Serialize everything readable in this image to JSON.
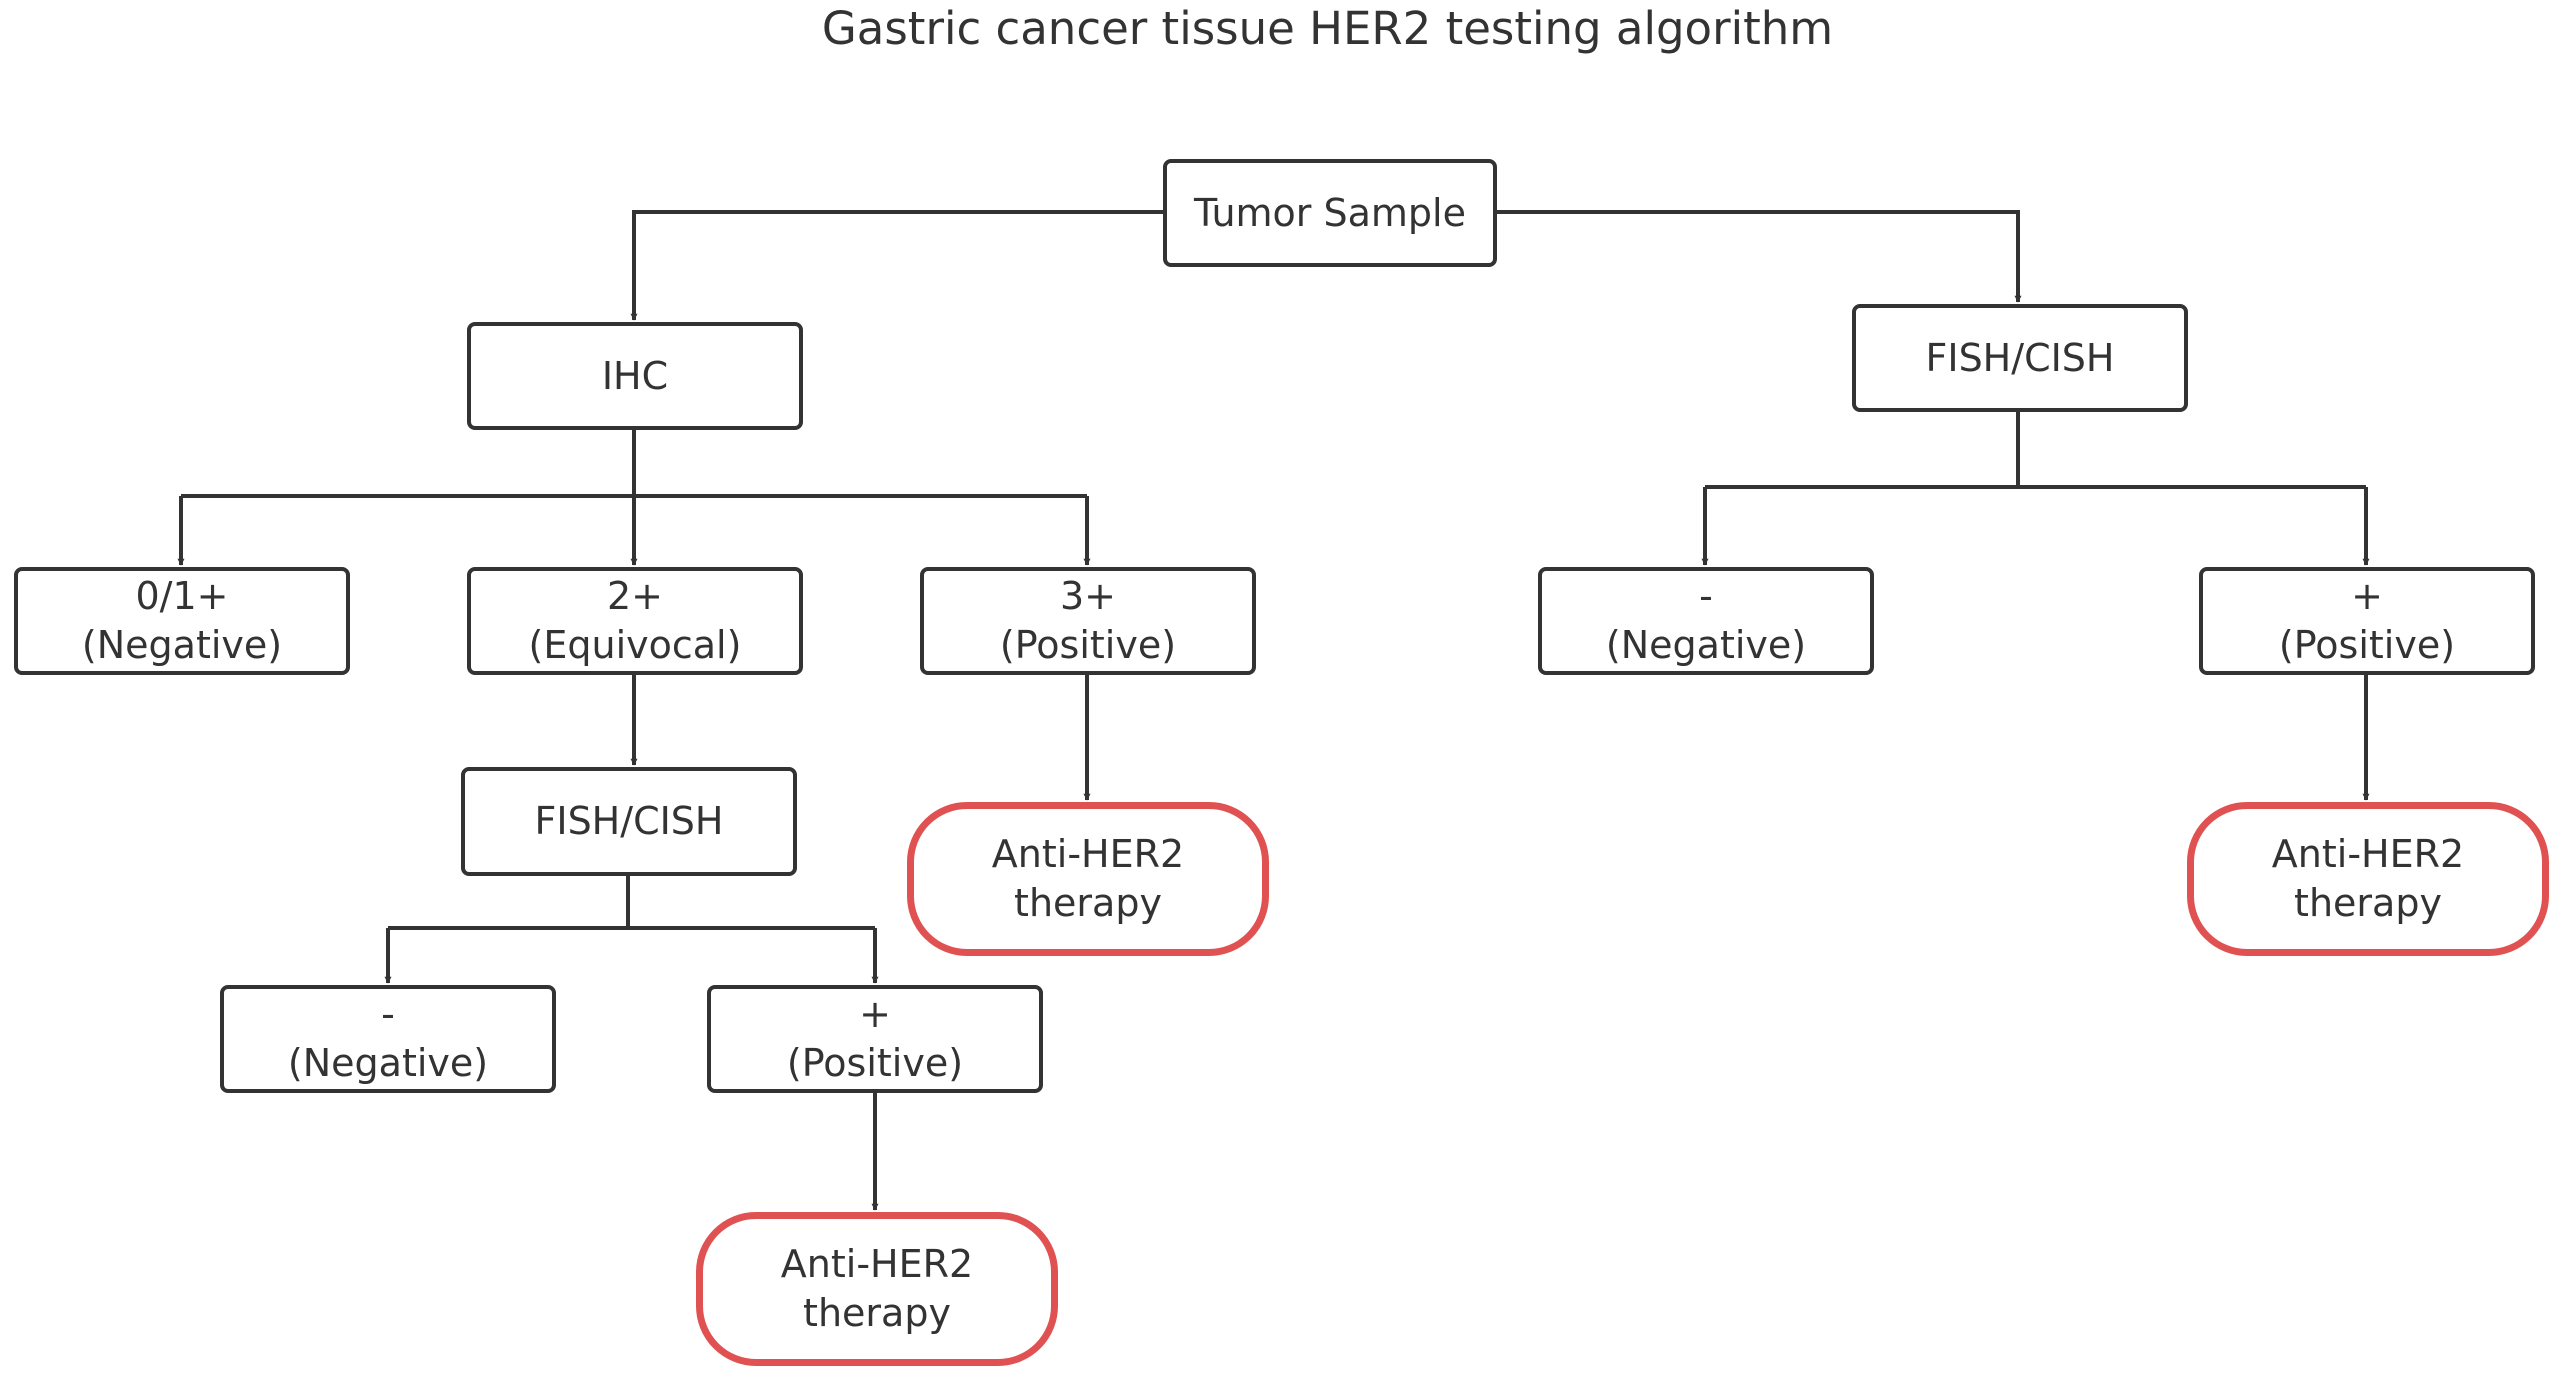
{
  "title": "Gastric cancer tissue HER2 testing algorithm",
  "colors": {
    "line": "#333333",
    "node_border": "#333333",
    "therapy_border": "#e05252",
    "background": "#ffffff"
  },
  "nodes": {
    "tumor_sample": {
      "label": "Tumor Sample"
    },
    "ihc": {
      "label": "IHC"
    },
    "fish_cish_right": {
      "label": "FISH/CISH"
    },
    "ihc_neg": {
      "line1": "0/1+",
      "line2": "(Negative)"
    },
    "ihc_equiv": {
      "line1": "2+",
      "line2": "(Equivocal)"
    },
    "ihc_pos": {
      "line1": "3+",
      "line2": "(Positive)"
    },
    "fish_right_neg": {
      "line1": "-",
      "line2": "(Negative)"
    },
    "fish_right_pos": {
      "line1": "+",
      "line2": "(Positive)"
    },
    "fish_cish_left": {
      "label": "FISH/CISH"
    },
    "fish_left_neg": {
      "line1": "-",
      "line2": "(Negative)"
    },
    "fish_left_pos": {
      "line1": "+",
      "line2": "(Positive)"
    },
    "therapy_ihc": {
      "line1": "Anti-HER2",
      "line2": "therapy"
    },
    "therapy_fish_right": {
      "line1": "Anti-HER2",
      "line2": "therapy"
    },
    "therapy_fish_left": {
      "line1": "Anti-HER2",
      "line2": "therapy"
    }
  }
}
